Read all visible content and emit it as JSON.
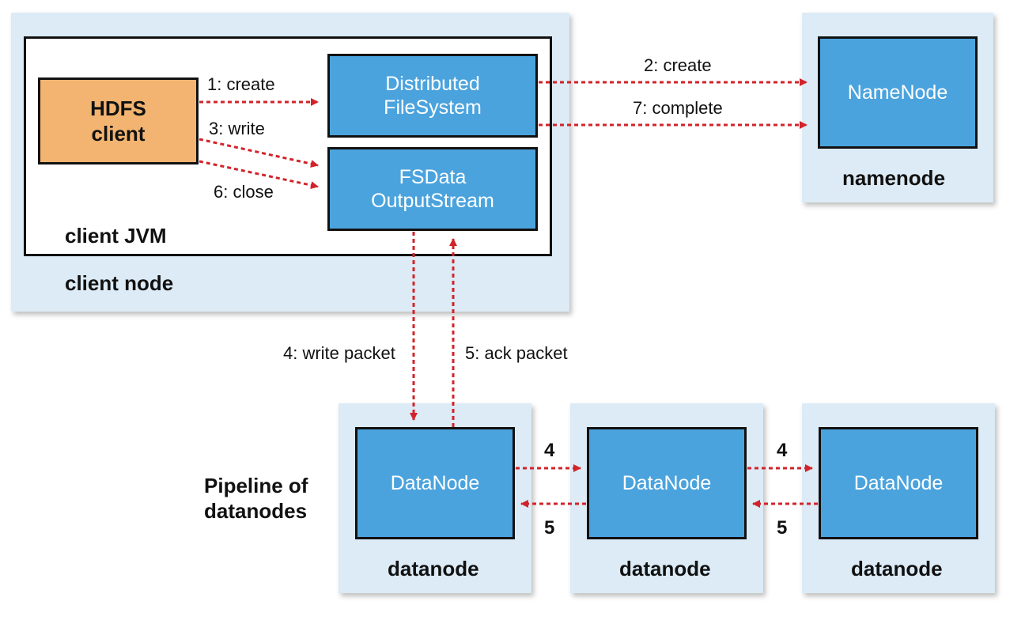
{
  "client_node": {
    "label": "client node",
    "jvm_label": "client JVM"
  },
  "hdfs_client": {
    "label": "HDFS\nclient"
  },
  "dfs": {
    "label": "Distributed\nFileSystem"
  },
  "fsdos": {
    "label": "FSData\nOutputStream"
  },
  "namenode": {
    "box_label": "NameNode",
    "node_label": "namenode"
  },
  "datanodes": [
    {
      "box_label": "DataNode",
      "node_label": "datanode"
    },
    {
      "box_label": "DataNode",
      "node_label": "datanode"
    },
    {
      "box_label": "DataNode",
      "node_label": "datanode"
    }
  ],
  "pipeline_label": "Pipeline of\ndatanodes",
  "steps": {
    "create_client": "1: create",
    "create_nn": "2: create",
    "write": "3: write",
    "write_packet": "4: write packet",
    "ack_packet": "5: ack packet",
    "close": "6: close",
    "complete": "7: complete",
    "pipe_fwd_1": "4",
    "pipe_back_1": "5",
    "pipe_fwd_2": "4",
    "pipe_back_2": "5"
  },
  "colors": {
    "arrow": "#d2232a",
    "box_fill": "#4ba3dd",
    "client_fill": "#f2b470",
    "node_bg": "#dcebf6"
  }
}
